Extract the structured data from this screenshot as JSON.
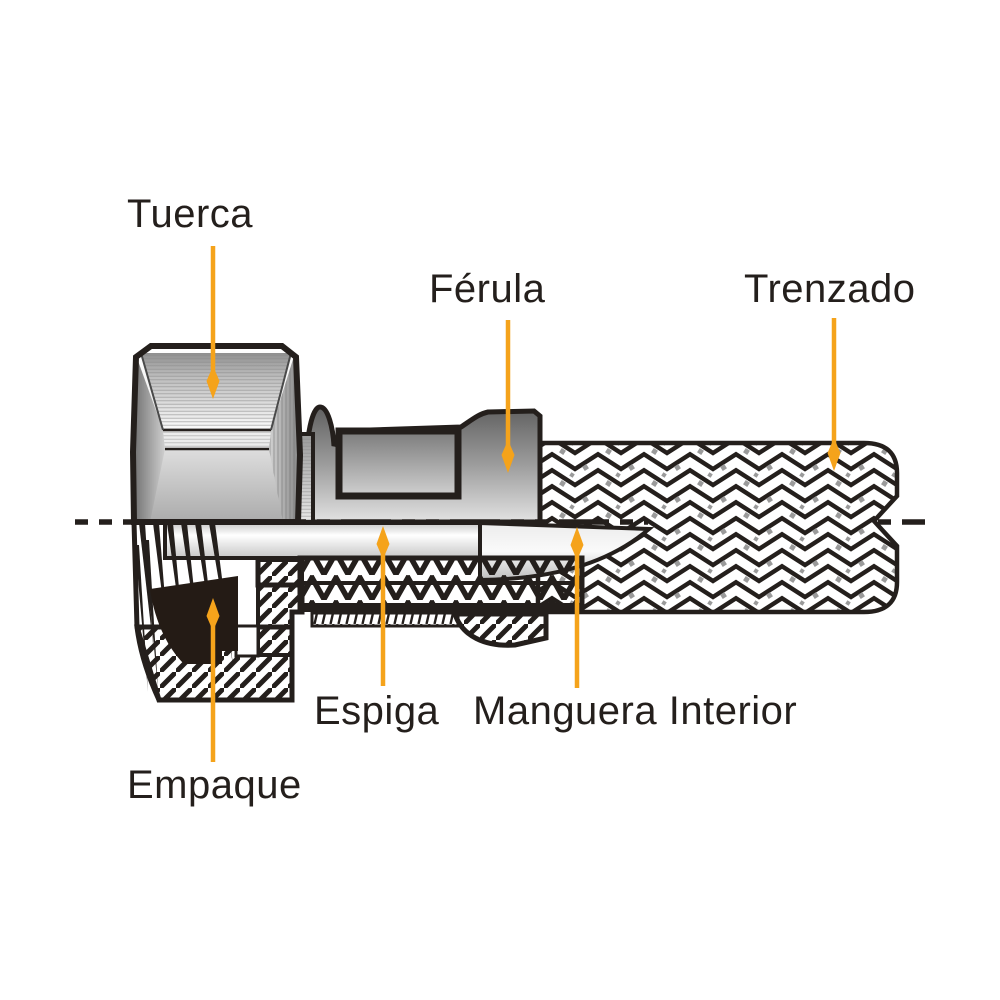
{
  "page": {
    "background": "#FFFFFF"
  },
  "diagram": {
    "type": "technical-cutaway",
    "subject": "braided-hose-fitting-cross-section",
    "labels": {
      "tuerca": "Tuerca",
      "ferula": "Férula",
      "trenzado": "Trenzado",
      "espiga": "Espiga",
      "manguera_interior": "Manguera Interior",
      "empaque": "Empaque"
    },
    "colors": {
      "arrow": "#F5A31B",
      "ink": "#241F1C"
    }
  }
}
